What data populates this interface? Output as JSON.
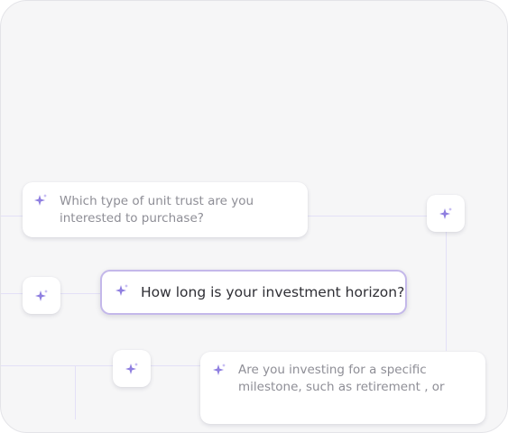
{
  "prompts": {
    "unit_trust": "Which type of unit trust are you interested to purchase?",
    "horizon": "How long is your investment horizon?",
    "milestone": "Are you investing for a specific milestone, such as retirement , or"
  },
  "icons": {
    "sparkle": "sparkle-icon"
  },
  "colors": {
    "accent": "#8f7fe0",
    "active_border": "#c4b8ea",
    "connector": "#e3e0f7"
  }
}
